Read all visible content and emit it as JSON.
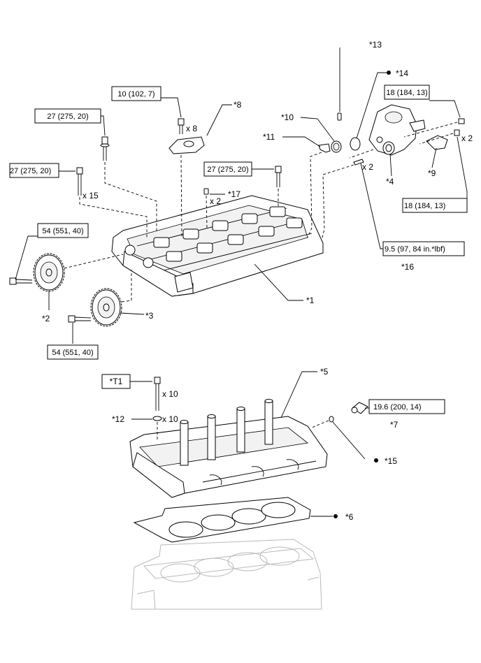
{
  "callouts": {
    "c1": "*1",
    "c2": "*2",
    "c3": "*3",
    "c4": "*4",
    "c5": "*5",
    "c6": "*6",
    "c7": "*7",
    "c8": "*8",
    "c9": "*9",
    "c10": "*10",
    "c11": "*11",
    "c12": "*12",
    "c13": "*13",
    "c14": "*14",
    "c15": "*15",
    "c16": "*16",
    "c17": "*17",
    "t1": "*T1"
  },
  "torques": {
    "t_10_102_7": "10 (102, 7)",
    "t_27_a": "27 (275, 20)",
    "t_27_b": "27 (275, 20)",
    "t_27_c": "27 (275, 20)",
    "t_54_a": "54 (551, 40)",
    "t_54_b": "54 (551, 40)",
    "t_18_a": "18 (184, 13)",
    "t_18_b": "18 (184, 13)",
    "t_9_5": "9.5 (97, 84 in.*lbf)",
    "t_19_6": "19.6 (200, 14)"
  },
  "quantities": {
    "q_x8": "x 8",
    "q_x15": "x 15",
    "q_x2_a": "x 2",
    "q_x2_b": "x 2",
    "q_x2_c": "x 2",
    "q_x10_a": "x 10",
    "q_x10_b": "x 10"
  },
  "icons": {
    "non_reusable_marker": "filled-dot"
  }
}
